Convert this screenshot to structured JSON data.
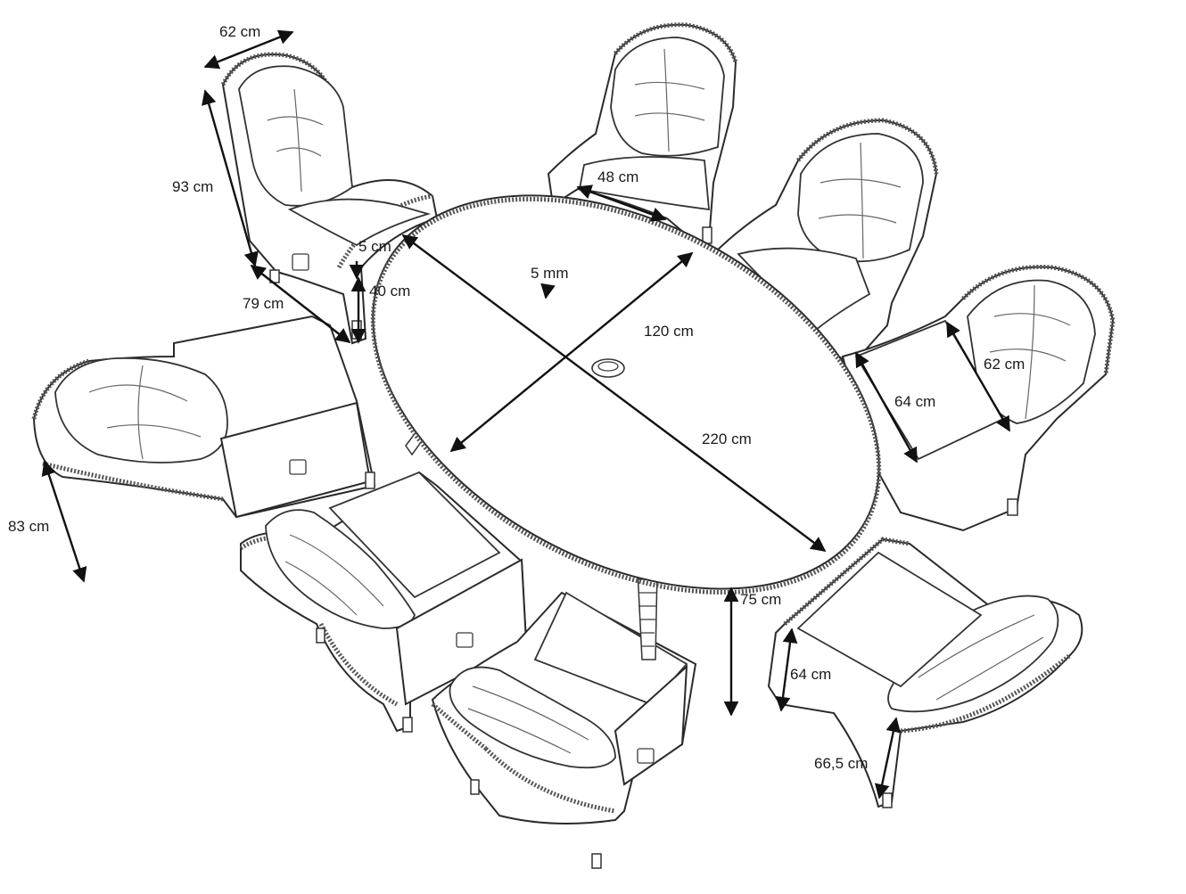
{
  "dimensions": {
    "chair_width": "62 cm",
    "chair_height": "93 cm",
    "chair_depth": "79 cm",
    "leg_height": "5 cm",
    "seat_height": "40 cm",
    "glass_thickness": "5 mm",
    "table_width": "120 cm",
    "table_length": "220 cm",
    "seat_width": "48 cm",
    "armchair_seat_depth": "62 cm",
    "armchair_seat_width": "64 cm",
    "reclined_length": "83 cm",
    "table_height": "75 cm",
    "front_seat_width": "64 cm",
    "front_depth": "66,5 cm"
  }
}
